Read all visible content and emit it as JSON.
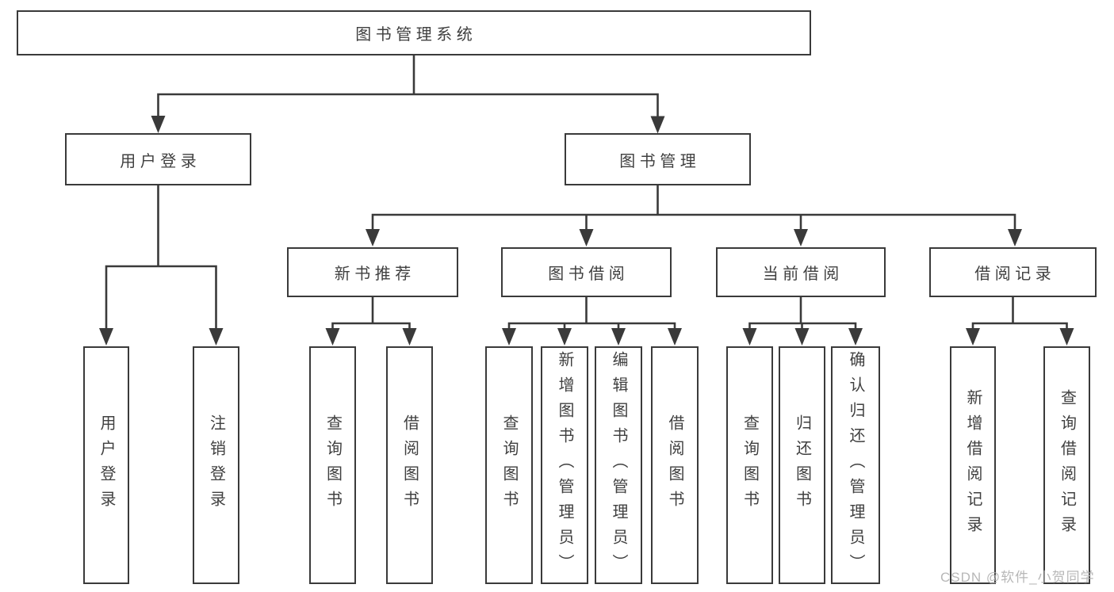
{
  "diagram": {
    "root": {
      "label": "图书管理系统"
    },
    "branches": [
      {
        "label": "用户登录",
        "children": [
          {
            "label": "用户登录"
          },
          {
            "label": "注销登录"
          }
        ]
      },
      {
        "label": "图书管理",
        "children": [
          {
            "label": "新书推荐",
            "children": [
              {
                "label": "查询图书"
              },
              {
                "label": "借阅图书"
              }
            ]
          },
          {
            "label": "图书借阅",
            "children": [
              {
                "label": "查询图书"
              },
              {
                "label": "新增图书（管理员）"
              },
              {
                "label": "编辑图书（管理员）"
              },
              {
                "label": "借阅图书"
              }
            ]
          },
          {
            "label": "当前借阅",
            "children": [
              {
                "label": "查询图书"
              },
              {
                "label": "归还图书"
              },
              {
                "label": "确认归还（管理员）"
              }
            ]
          },
          {
            "label": "借阅记录",
            "children": [
              {
                "label": "新增借阅记录"
              },
              {
                "label": "查询借阅记录"
              }
            ]
          }
        ]
      }
    ]
  },
  "watermark": {
    "text": "CSDN @软件_小贺同学"
  },
  "colors": {
    "line": "#3a3a3a",
    "box_border": "#3a3a3a",
    "box_background": "#ffffff",
    "text": "#404040",
    "watermark": "#b0b0b0"
  }
}
